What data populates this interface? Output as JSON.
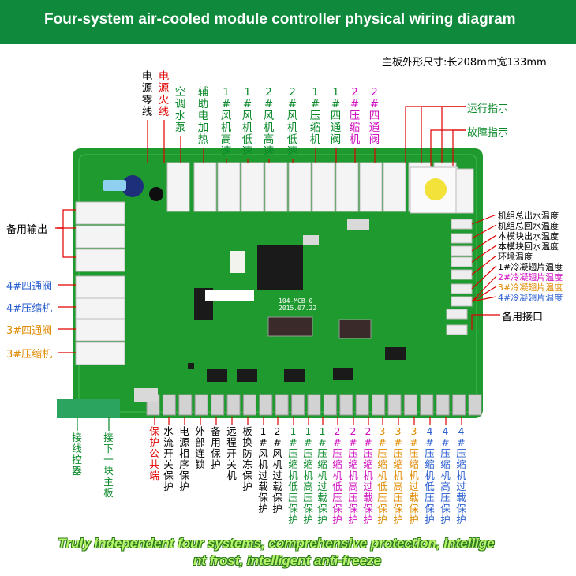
{
  "title": "Four-system air-cooled module controller physical wiring diagram",
  "board_size": "主板外形尺寸:长208mm宽133mm",
  "board_model": "104-MCB-0",
  "board_date": "2015.07.22",
  "top_labels": [
    {
      "text": "电源零线",
      "color": "#000000"
    },
    {
      "text": "电源火线",
      "color": "#e00000"
    },
    {
      "text": "空调水泵",
      "color": "#0a8a2a"
    },
    {
      "text": "辅助电加热",
      "color": "#0a8a2a"
    },
    {
      "text": "1#风机高速",
      "color": "#0a8a2a"
    },
    {
      "text": "1#风机低速",
      "color": "#0a8a2a"
    },
    {
      "text": "2#风机高速",
      "color": "#0a8a2a"
    },
    {
      "text": "2#风机低速",
      "color": "#0a8a2a"
    },
    {
      "text": "1#压缩机",
      "color": "#0a8a2a"
    },
    {
      "text": "1#四通阀",
      "color": "#0a8a2a"
    },
    {
      "text": "2#压缩机",
      "color": "#d010c0"
    },
    {
      "text": "2#四通阀",
      "color": "#d010c0"
    }
  ],
  "right_top_labels": [
    {
      "text": "运行指示",
      "color": "#0a8a2a"
    },
    {
      "text": "故障指示",
      "color": "#0a8a2a"
    }
  ],
  "right_sensor_labels": [
    {
      "text": "机组总出水温度",
      "color": "#000000"
    },
    {
      "text": "机组总回水温度",
      "color": "#000000"
    },
    {
      "text": "本模块出水温度",
      "color": "#000000"
    },
    {
      "text": "本模块回水温度",
      "color": "#000000"
    },
    {
      "text": "环境温度",
      "color": "#000000"
    },
    {
      "text": "1#冷凝翅片温度",
      "color": "#000000"
    },
    {
      "text": "2#冷凝翅片温度",
      "color": "#d010c0"
    },
    {
      "text": "3#冷凝翅片温度",
      "color": "#e08a00"
    },
    {
      "text": "4#冷凝翅片温度",
      "color": "#2a5fd0"
    }
  ],
  "spare_port": "备用接口",
  "left_labels": [
    {
      "text": "备用输出",
      "color": "#000000"
    },
    {
      "text": "4#四通阀",
      "color": "#2a5fd0"
    },
    {
      "text": "4#压缩机",
      "color": "#2a5fd0"
    },
    {
      "text": "3#四通阀",
      "color": "#e08a00"
    },
    {
      "text": "3#压缩机",
      "color": "#e08a00"
    }
  ],
  "bottom_labels": [
    {
      "text": "接线控器",
      "color": "#0a8a2a"
    },
    {
      "text": "接下一块主板",
      "color": "#0a8a2a"
    },
    {
      "text": "保护公共端",
      "color": "#e00000"
    },
    {
      "text": "水流开关保护",
      "color": "#000000"
    },
    {
      "text": "电源相序保护",
      "color": "#000000"
    },
    {
      "text": "外部连锁",
      "color": "#000000"
    },
    {
      "text": "备用保护",
      "color": "#000000"
    },
    {
      "text": "远程开关机",
      "color": "#000000"
    },
    {
      "text": "板换防冻保护",
      "color": "#000000"
    },
    {
      "text": "1#风机过载保护",
      "color": "#000000"
    },
    {
      "text": "2#风机过载保护",
      "color": "#000000"
    },
    {
      "text": "1#压缩机低压保护",
      "color": "#0a8a2a"
    },
    {
      "text": "1#压缩机高压保护",
      "color": "#0a8a2a"
    },
    {
      "text": "1#压缩机过载保护",
      "color": "#0a8a2a"
    },
    {
      "text": "2#压缩机低压保护",
      "color": "#d010c0"
    },
    {
      "text": "2#压缩机高压保护",
      "color": "#d010c0"
    },
    {
      "text": "2#压缩机过载保护",
      "color": "#d010c0"
    },
    {
      "text": "3#压缩机低压保护",
      "color": "#e08a00"
    },
    {
      "text": "3#压缩机高压保护",
      "color": "#e08a00"
    },
    {
      "text": "3#压缩机过载保护",
      "color": "#e08a00"
    },
    {
      "text": "4#压缩机低压保护",
      "color": "#2a5fd0"
    },
    {
      "text": "4#压缩机高压保护",
      "color": "#2a5fd0"
    },
    {
      "text": "4#压缩机过载保护",
      "color": "#2a5fd0"
    }
  ],
  "bottom_caption_line1": "Truly independent four systems, comprehensive protection, intellige",
  "bottom_caption_line2": "nt frost, intelligent anti-freeze"
}
